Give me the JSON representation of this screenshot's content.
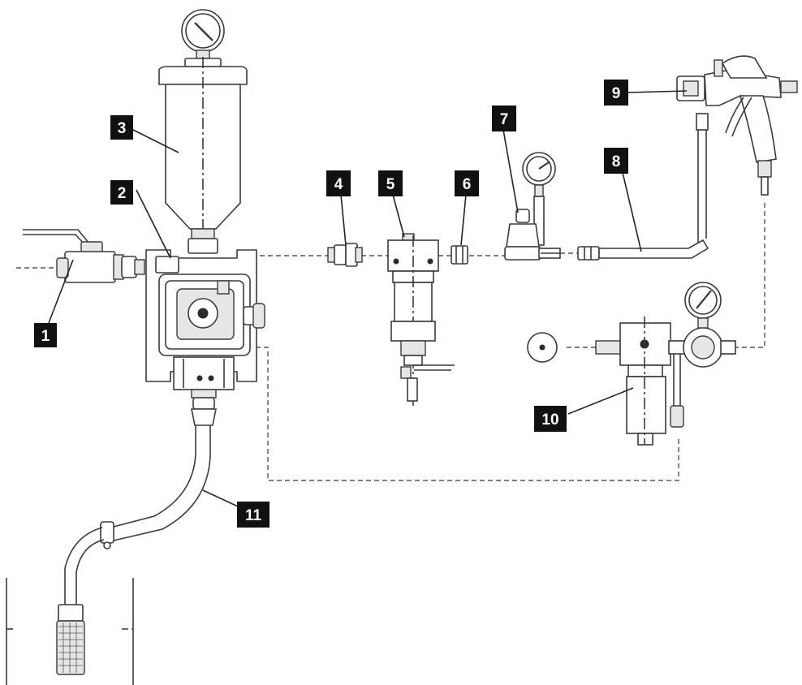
{
  "colors": {
    "line": "#3a3a3a",
    "tag_background": "#111111",
    "tag_text": "#ffffff"
  },
  "labels": {
    "l1": "1",
    "l2": "2",
    "l3": "3",
    "l4": "4",
    "l5": "5",
    "l6": "6",
    "l7": "7",
    "l8": "8",
    "l9": "9",
    "l10": "10",
    "l11": "11"
  }
}
